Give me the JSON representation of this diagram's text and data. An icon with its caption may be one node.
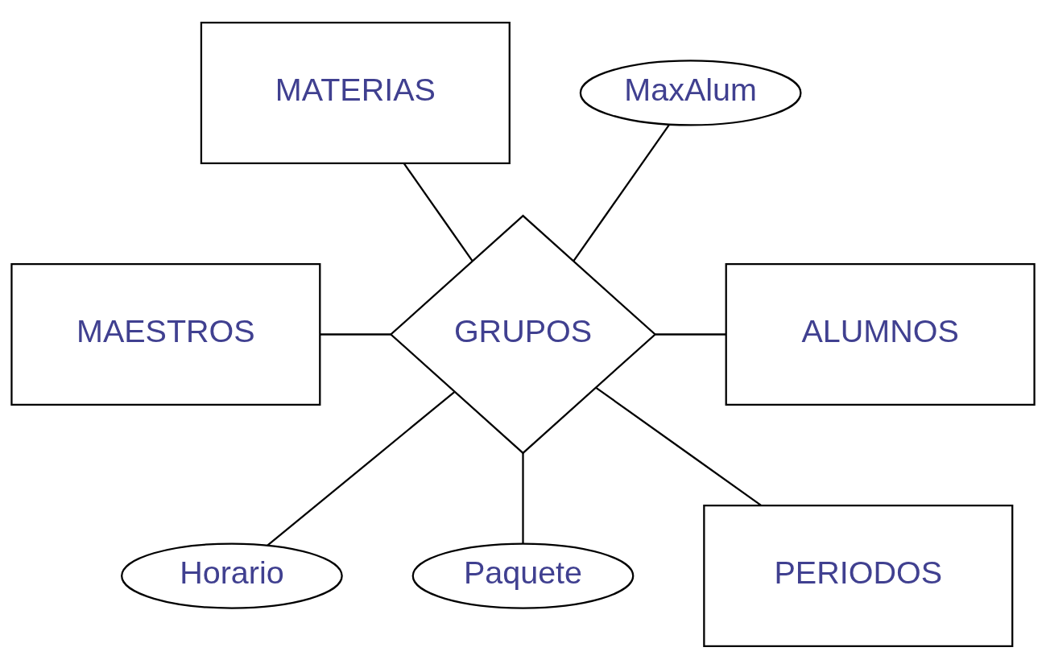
{
  "diagram": {
    "nodes": [
      {
        "text": [
          "MATERIAS"
        ]
      },
      {
        "text": [
          "MaxAlum"
        ]
      },
      {
        "text": [
          "MAESTROS"
        ]
      },
      {
        "text": [
          "GRUPOS"
        ]
      },
      {
        "text": [
          "ALUMNOS"
        ]
      },
      {
        "text": [
          "Horario"
        ]
      },
      {
        "text": [
          "Paquete"
        ]
      },
      {
        "text": [
          "PERIODOS"
        ]
      }
    ],
    "edges": [
      {
        "from": 0,
        "to": 3,
        "arrow": "none"
      },
      {
        "from": 3,
        "to": 1,
        "arrow": "none"
      },
      {
        "from": 2,
        "to": 3,
        "arrow": "none"
      },
      {
        "from": 3,
        "to": 4,
        "arrow": "none"
      },
      {
        "from": 3,
        "to": 5,
        "arrow": "none"
      },
      {
        "from": 3,
        "to": 6,
        "arrow": "none"
      },
      {
        "from": 3,
        "to": 7,
        "arrow": "none"
      }
    ]
  }
}
